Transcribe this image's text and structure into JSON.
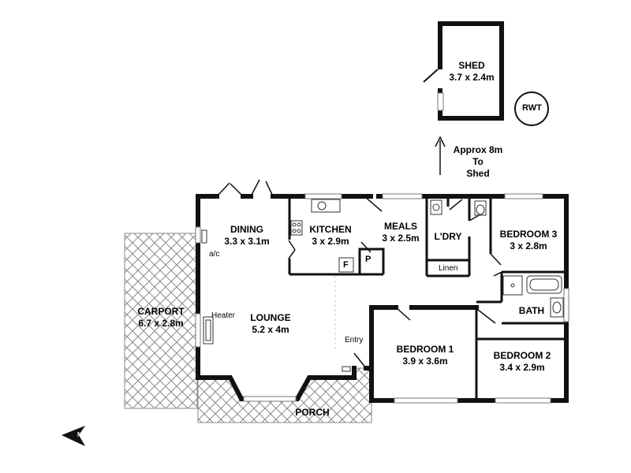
{
  "rooms": {
    "shed": {
      "name": "SHED",
      "dims": "3.7 x 2.4m"
    },
    "dining": {
      "name": "DINING",
      "dims": "3.3 x 3.1m"
    },
    "kitchen": {
      "name": "KITCHEN",
      "dims": "3 x 2.9m"
    },
    "meals": {
      "name": "MEALS",
      "dims": "3 x 2.5m"
    },
    "laundry": {
      "name": "L'DRY"
    },
    "linen": {
      "name": "Linen"
    },
    "bedroom3": {
      "name": "BEDROOM 3",
      "dims": "3 x 2.8m"
    },
    "bath": {
      "name": "BATH"
    },
    "carport": {
      "name": "CARPORT",
      "dims": "6.7 x 2.8m"
    },
    "lounge": {
      "name": "LOUNGE",
      "dims": "5.2 x 4m"
    },
    "bedroom1": {
      "name": "BEDROOM 1",
      "dims": "3.9 x 3.6m"
    },
    "bedroom2": {
      "name": "BEDROOM 2",
      "dims": "3.4 x 2.9m"
    },
    "porch": {
      "name": "PORCH"
    },
    "entry": {
      "name": "Entry"
    }
  },
  "fixtures": {
    "rwt": "RWT",
    "heater": "Heater",
    "ac": "a/c",
    "fridge": "F",
    "pantry": "P"
  },
  "shed_note": {
    "line1": "Approx 8m",
    "line2": "To",
    "line3": "Shed"
  },
  "compass_letter": "N"
}
